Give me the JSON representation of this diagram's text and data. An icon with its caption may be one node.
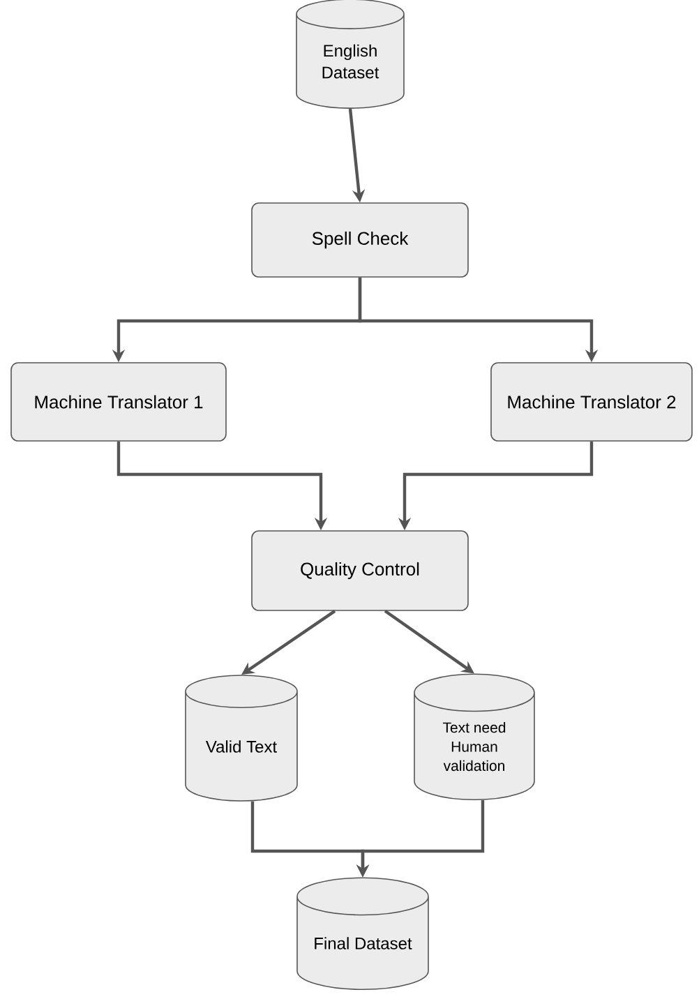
{
  "diagram": {
    "nodes": [
      {
        "text": [
          "English Dataset"
        ]
      },
      {
        "text": [
          "Spell Check"
        ]
      },
      {
        "text": [
          "Machine Translator 1"
        ]
      },
      {
        "text": [
          "Machine Translator 2"
        ]
      },
      {
        "text": [
          "Quality Control"
        ]
      },
      {
        "text": [
          "Valid Text"
        ]
      },
      {
        "text": [
          "Text need Human validation"
        ]
      },
      {
        "text": [
          "Final Dataset"
        ]
      }
    ],
    "edges": [
      {
        "from": 0,
        "to": 1,
        "arrow": "to"
      },
      {
        "from": 1,
        "to": 2,
        "arrow": "to"
      },
      {
        "from": 1,
        "to": 3,
        "arrow": "to"
      },
      {
        "from": 2,
        "to": 4,
        "arrow": "to"
      },
      {
        "from": 3,
        "to": 4,
        "arrow": "to"
      },
      {
        "from": 4,
        "to": 5,
        "arrow": "to"
      },
      {
        "from": 4,
        "to": 6,
        "arrow": "to"
      },
      {
        "from": 5,
        "to": 7,
        "arrow": "to"
      },
      {
        "from": 6,
        "to": 7,
        "arrow": "to"
      }
    ]
  }
}
